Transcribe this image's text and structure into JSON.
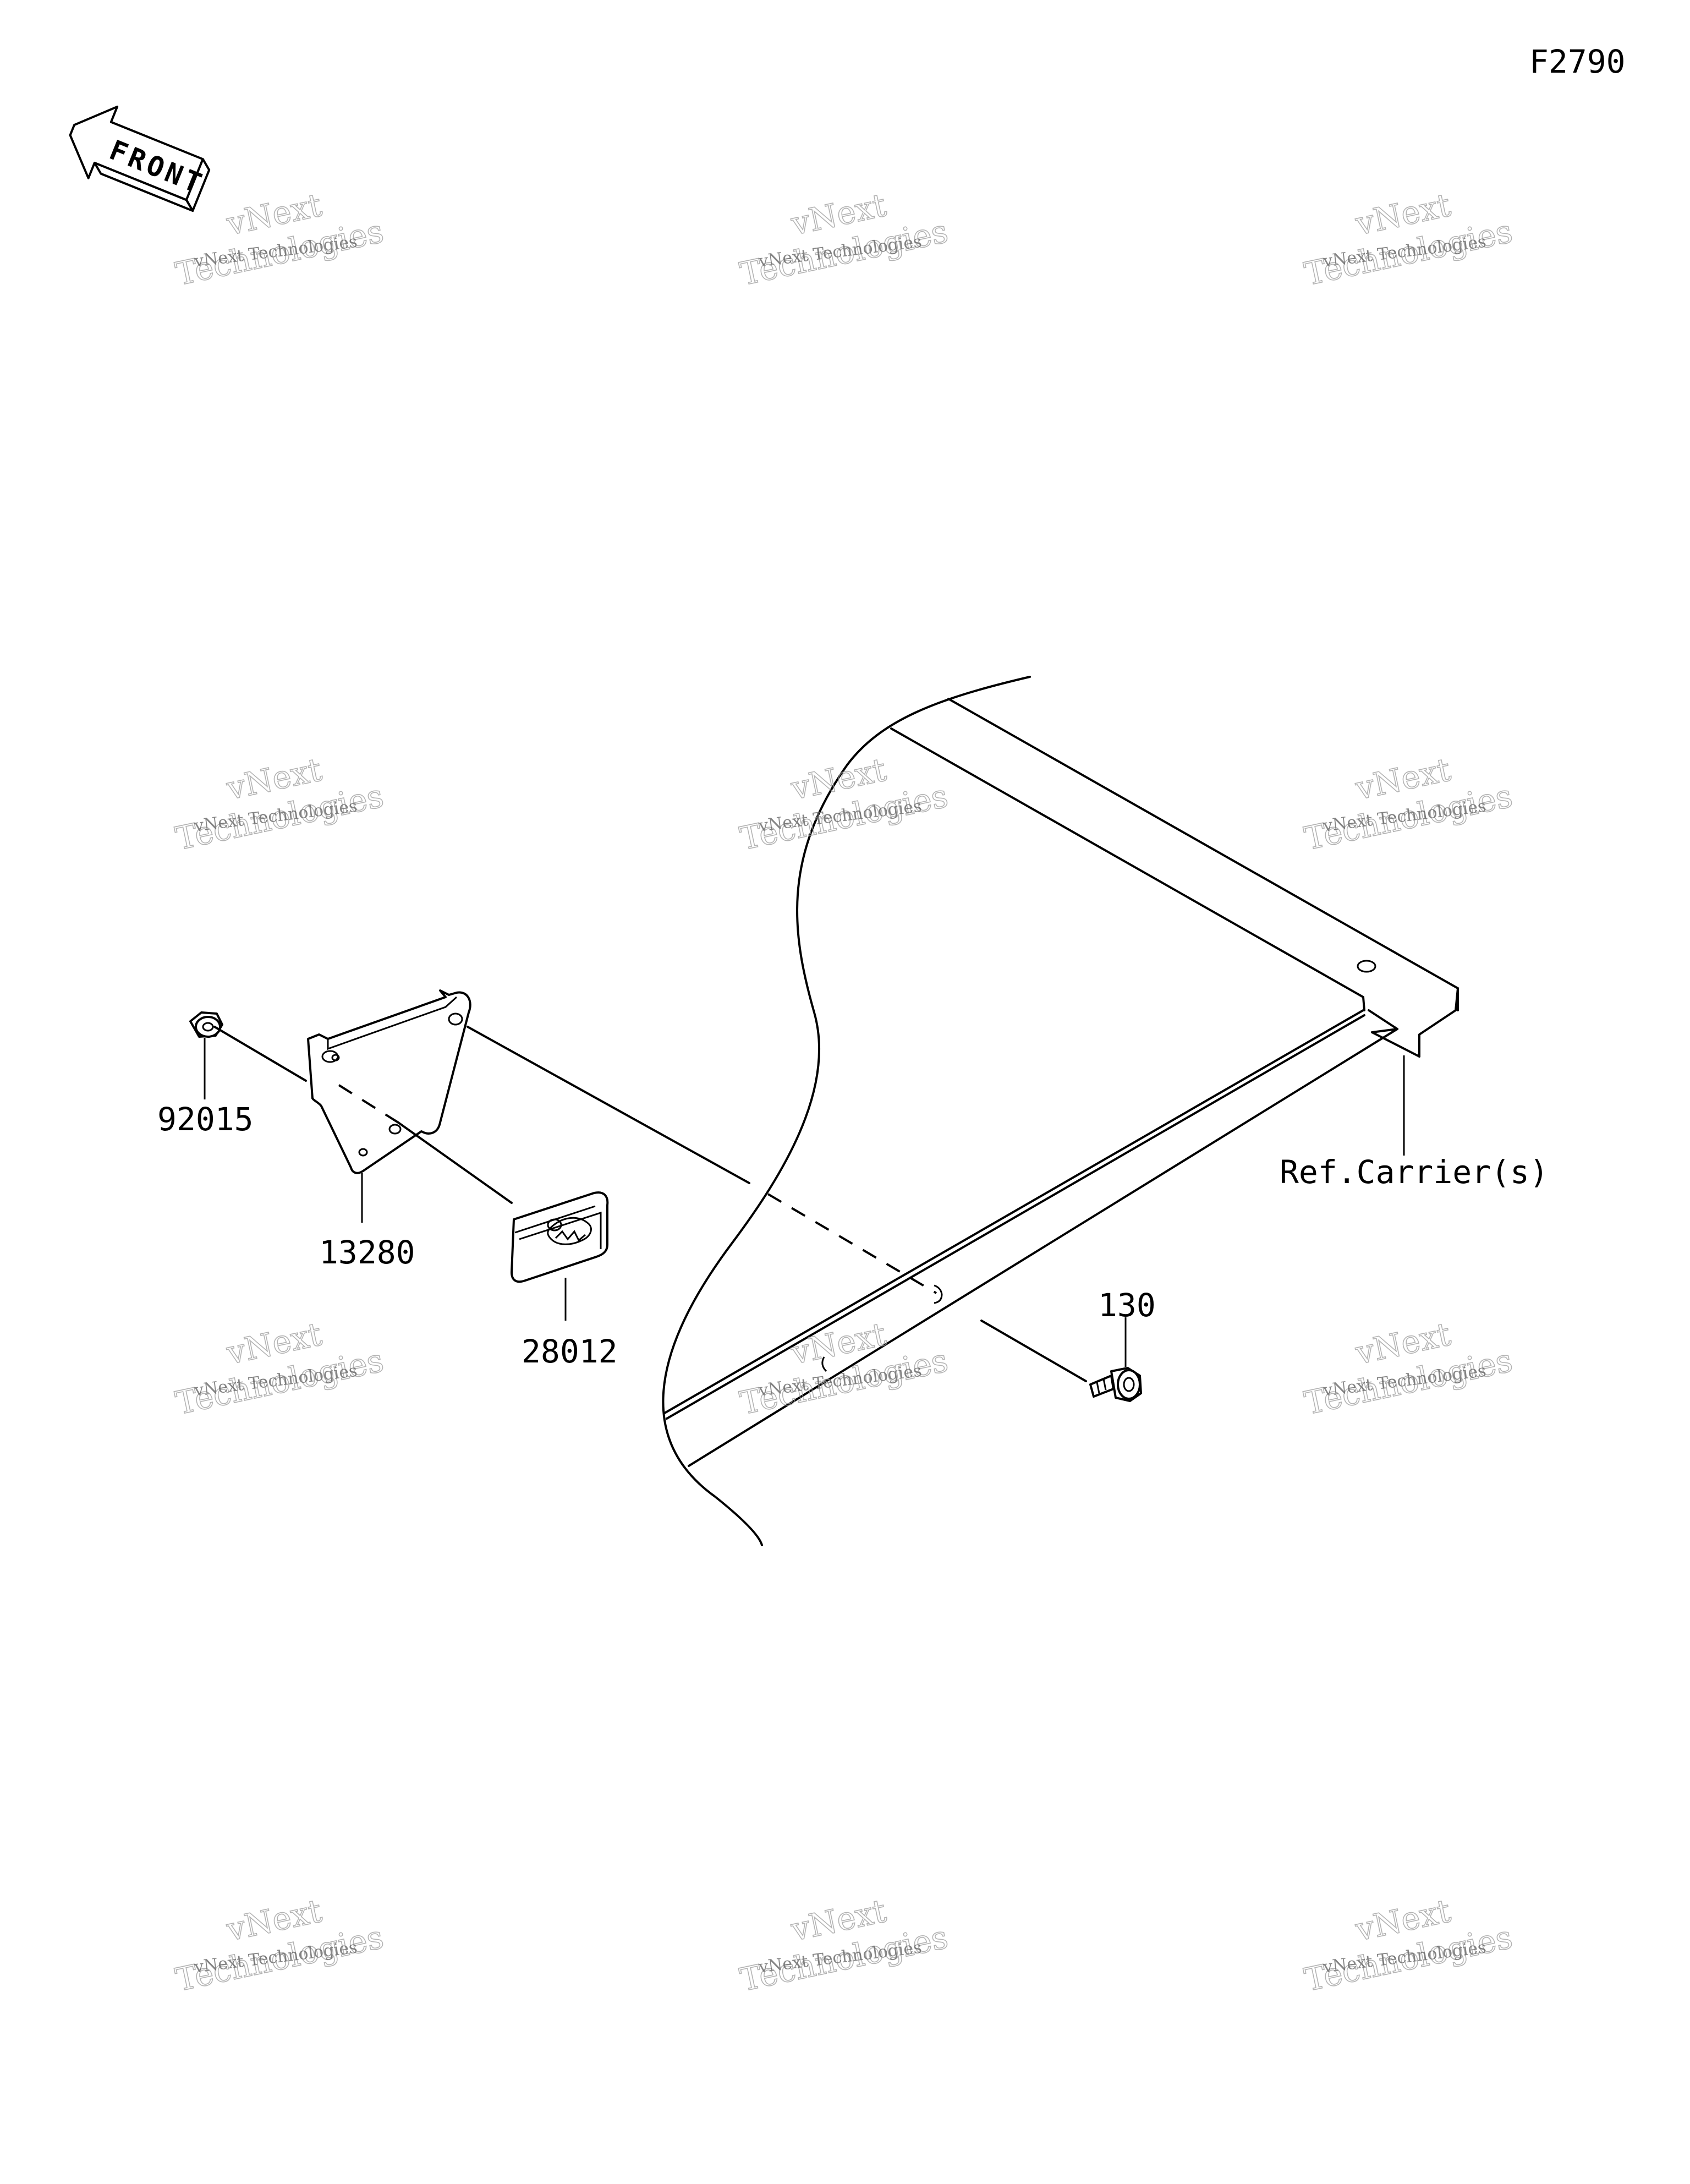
{
  "figure_code": "F2790",
  "front_label": "FRONT",
  "reference_label": "Ref.Carrier(s)",
  "parts": [
    {
      "number": "92015",
      "icon": "flange-nut-icon"
    },
    {
      "number": "13280",
      "icon": "bracket-plate-icon"
    },
    {
      "number": "28012",
      "icon": "reflector-icon"
    },
    {
      "number": "130",
      "icon": "flange-bolt-icon"
    }
  ],
  "watermark": {
    "brand": "vNext",
    "company": "Technologies",
    "line": "vNext Technologies"
  }
}
